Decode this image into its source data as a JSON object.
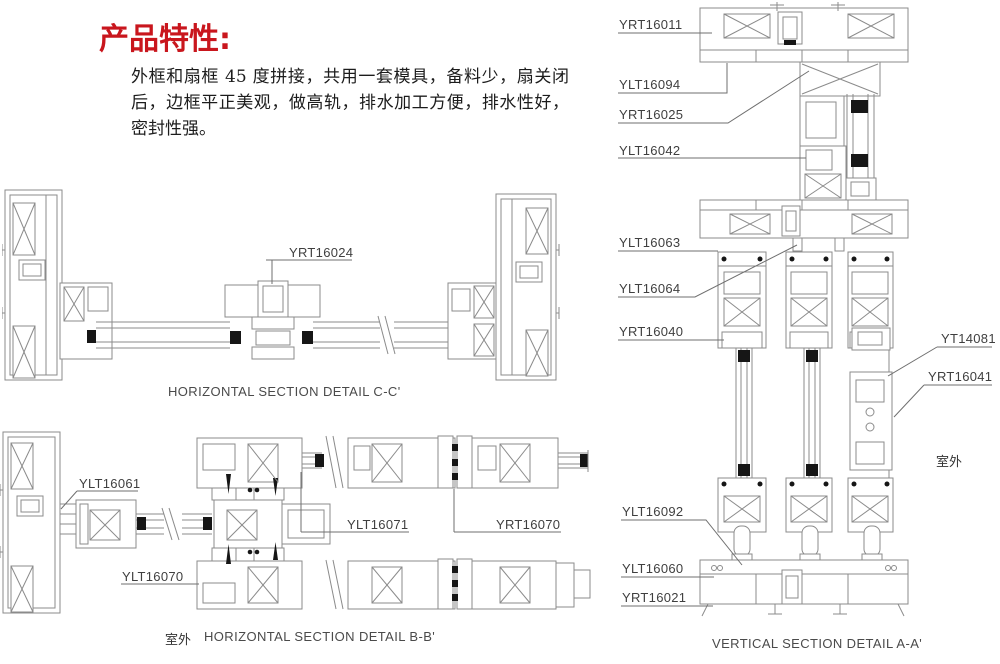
{
  "header": {
    "title": "产品特性:",
    "description": "外框和扇框 45 度拼接，共用一套模具，备料少，扇关闭后，边框平正美观，做高轨，排水加工方便，排水性好，密封性强。"
  },
  "colors": {
    "title_red": "#c9161d",
    "drawing_line_gray": "#8b8b8b",
    "seal_black": "#161616"
  },
  "drawings": {
    "cc": {
      "caption": "HORIZONTAL SECTION DETAIL C-C'",
      "labels": {
        "yrt16024": "YRT16024"
      }
    },
    "bb": {
      "caption": "HORIZONTAL SECTION DETAIL B-B'",
      "outdoor": "室外",
      "labels": {
        "ylt16061": "YLT16061",
        "ylt16071": "YLT16071",
        "yrt16070": "YRT16070",
        "ylt16070": "YLT16070"
      }
    },
    "aa": {
      "caption": "VERTICAL SECTION DETAIL A-A'",
      "outdoor": "室外",
      "labels": {
        "yrt16011": "YRT16011",
        "ylt16094": "YLT16094",
        "yrt16025": "YRT16025",
        "ylt16042": "YLT16042",
        "ylt16063": "YLT16063",
        "ylt16064": "YLT16064",
        "yrt16040": "YRT16040",
        "yt14081": "YT14081",
        "yrt16041": "YRT16041",
        "ylt16092": "YLT16092",
        "ylt16060": "YLT16060",
        "yrt16021": "YRT16021"
      }
    }
  }
}
